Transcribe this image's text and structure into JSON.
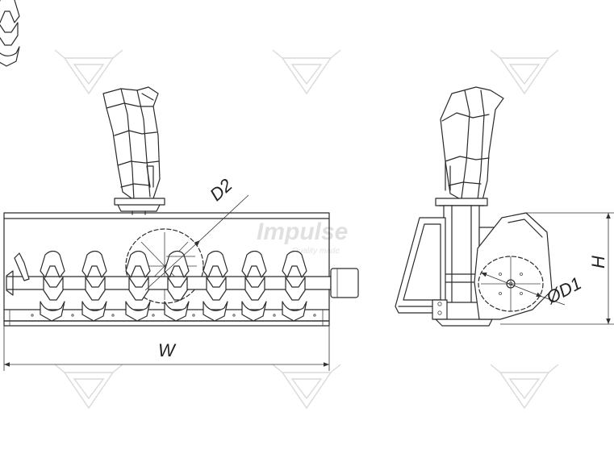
{
  "dimensions": {
    "width": "W",
    "height": "H",
    "impeller_diameter": "ØD1",
    "auger_diameter": "D2"
  },
  "watermark": {
    "brand": "Impulse",
    "tagline": "Quality made"
  }
}
